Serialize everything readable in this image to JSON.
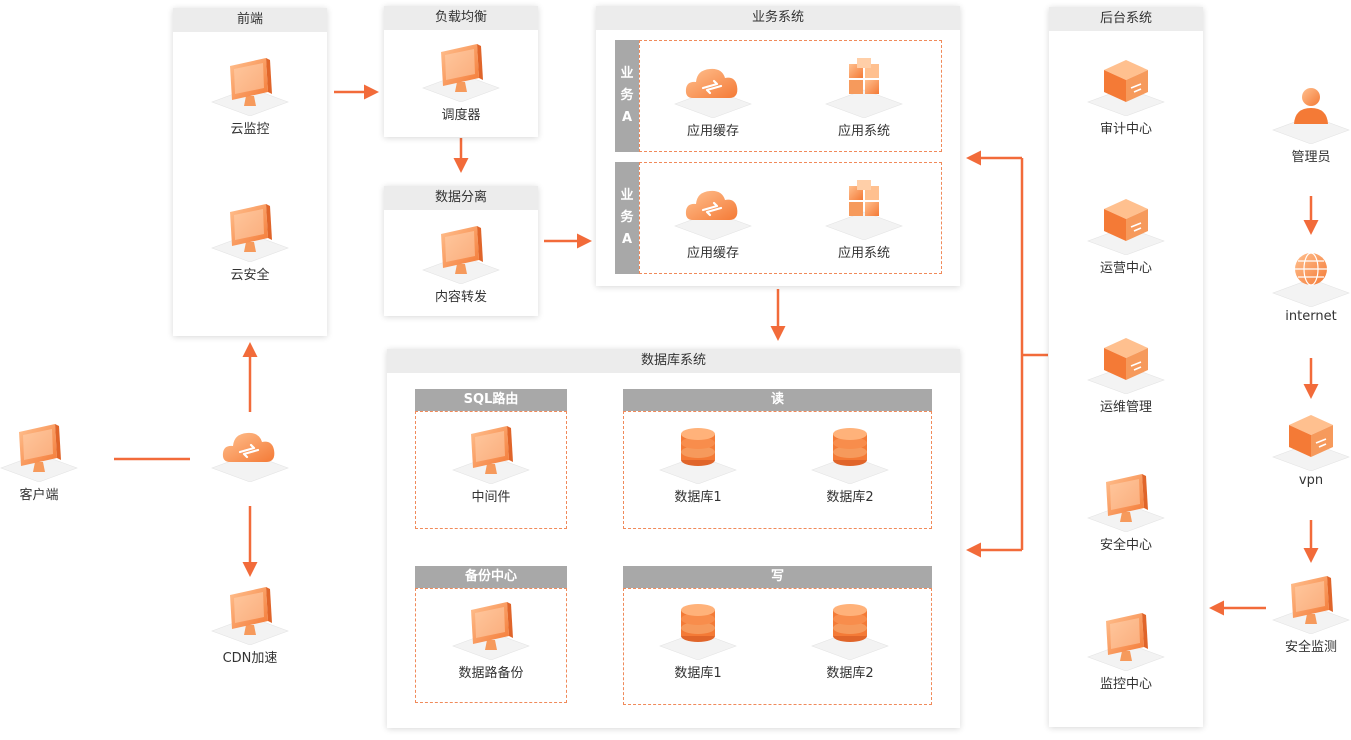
{
  "frontend": {
    "title": "前端",
    "items": [
      "云监控",
      "云安全"
    ]
  },
  "load_balance": {
    "title": "负载均衡",
    "item": "调度器"
  },
  "data_split": {
    "title": "数据分离",
    "item": "内容转发"
  },
  "business": {
    "title": "业务系统",
    "groups": [
      {
        "tab": [
          "业",
          "务",
          "A"
        ],
        "items": [
          "应用缓存",
          "应用系统"
        ]
      },
      {
        "tab": [
          "业",
          "务",
          "A"
        ],
        "items": [
          "应用缓存",
          "应用系统"
        ]
      }
    ]
  },
  "database": {
    "title": "数据库系统",
    "sql_router": {
      "title": "SQL路由",
      "item": "中间件"
    },
    "read": {
      "title": "读",
      "items": [
        "数据库1",
        "数据库2"
      ]
    },
    "backup": {
      "title": "备份中心",
      "item": "数据路备份"
    },
    "write": {
      "title": "写",
      "items": [
        "数据库1",
        "数据库2"
      ]
    }
  },
  "backend": {
    "title": "后台系统",
    "items": [
      "审计中心",
      "运营中心",
      "运维管理",
      "安全中心",
      "监控中心"
    ]
  },
  "client": {
    "label": "客户端"
  },
  "cdn": {
    "label": "CDN加速"
  },
  "admin_chain": [
    "管理员",
    "internet",
    "vpn",
    "安全监测"
  ],
  "colors": {
    "accent": "#f26b3a",
    "icon_light": "#ffb27a",
    "icon_dark": "#f47a36",
    "header_bg": "#ececec",
    "tab_bg": "#a8a8a8"
  }
}
